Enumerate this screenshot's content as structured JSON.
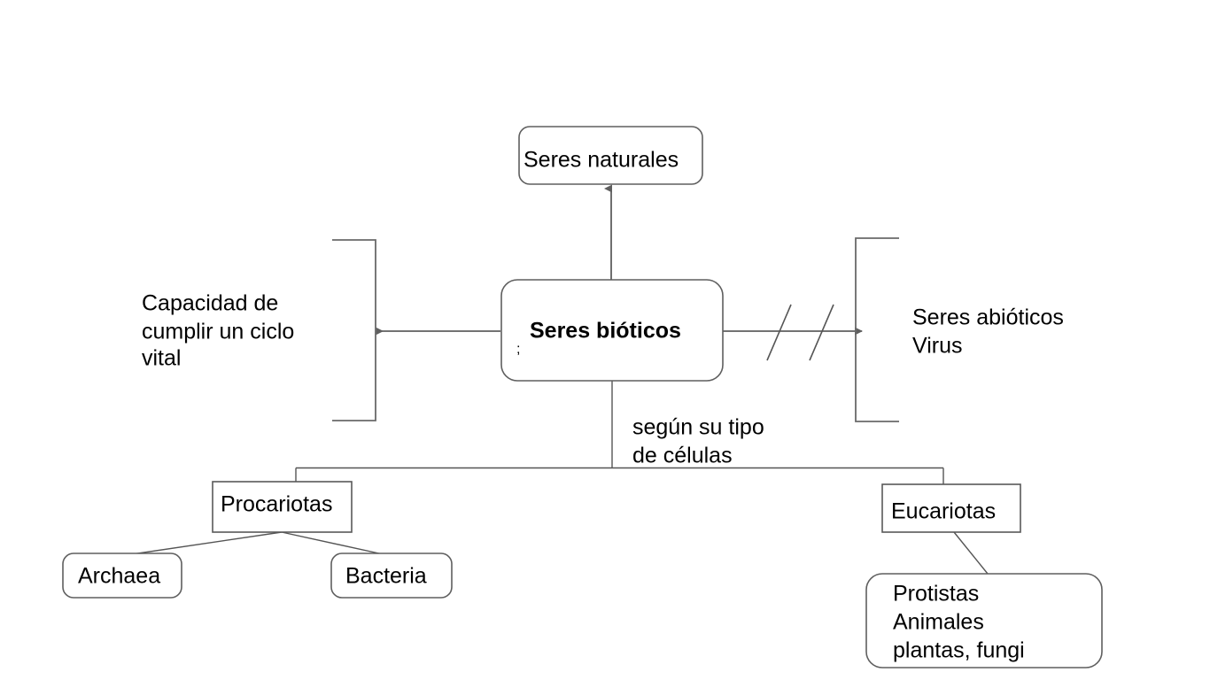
{
  "diagram": {
    "title": "Seres bióticos",
    "nodes": {
      "central": {
        "label": "Seres bióticos",
        "stray_mark": ";"
      },
      "top": {
        "label": "Seres naturales"
      },
      "procariotas": {
        "label": "Procariotas"
      },
      "eucariotas": {
        "label": "Eucariotas"
      },
      "archaea": {
        "label": "Archaea"
      },
      "bacteria": {
        "label": "Bacteria"
      },
      "protistas": {
        "line1": "Protistas",
        "line2": "Animales",
        "line3": "plantas, fungi"
      }
    },
    "labels": {
      "left": {
        "line1": "Capacidad de",
        "line2": "cumplir un ciclo",
        "line3": "vital"
      },
      "right": {
        "line1": "Seres abióticos",
        "line2": "Virus"
      },
      "branch": {
        "line1": "según su tipo",
        "line2": "de células"
      }
    },
    "colors": {
      "background": "#ffffff",
      "stroke": "#5f5f5f",
      "text": "#000000"
    }
  }
}
